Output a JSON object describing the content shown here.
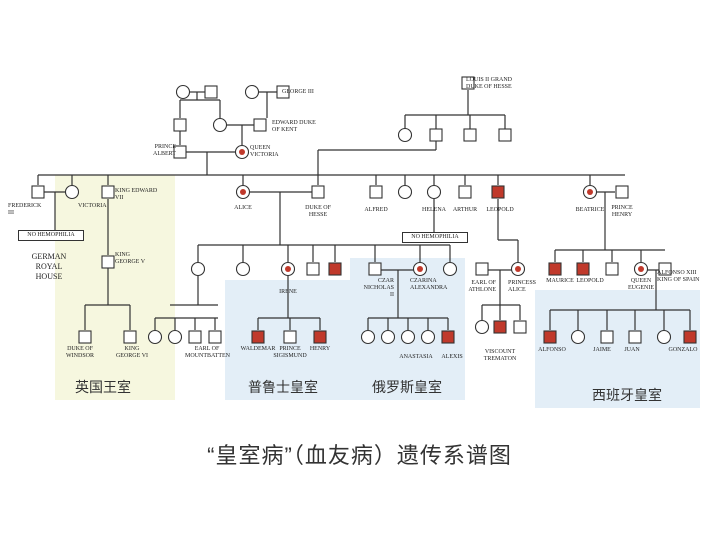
{
  "colors": {
    "line": "#333333",
    "carrier": "#c0392b",
    "affected": "#c0392b",
    "yellow_region": "#f6f7df",
    "blue_region": "#e3eef7"
  },
  "people": {
    "george_iii": "GEORGE III",
    "edward_kent": "EDWARD DUKE OF KENT",
    "prince_albert": "PRINCE ALBERT",
    "queen_victoria": "QUEEN VICTORIA",
    "louis_ii": "LOUIS II GRAND DUKE OF HESSE",
    "frederick": "FREDERICK III",
    "victoria": "VICTORIA",
    "edward_vii": "KING EDWARD VII",
    "george_v": "KING GEORGE V",
    "alice": "ALICE",
    "duke_hesse": "DUKE OF HESSE",
    "alfred": "ALFRED",
    "helena": "HELENA",
    "arthur": "ARTHUR",
    "leopold": "LEOPOLD",
    "beatrice": "BEATRICE",
    "prince_henry": "PRINCE HENRY",
    "irene": "IRENE",
    "czar_nicholas": "CZAR NICHOLAS II",
    "czarina_alexandra": "CZARINA ALEXANDRA",
    "earl_athlone": "EARL OF ATHLONE",
    "princess_alice": "PRINCESS ALICE",
    "maurice": "MAURICE",
    "leopold2": "LEOPOLD",
    "queen_eugenie": "QUEEN EUGENIE",
    "alfonso_xiii": "ALFONSO XIII KING OF SPAIN",
    "duke_windsor": "DUKE OF WINDSOR",
    "george_vi": "KING GEORGE VI",
    "earl_mountbatten": "EARL OF MOUNTBATTEN",
    "waldemar": "WALDEMAR",
    "prince_sigismund": "PRINCE SIGISMUND",
    "henry": "HENRY",
    "anastasia": "ANASTASIA",
    "alexis": "ALEXIS",
    "viscount_trematon": "VISCOUNT TREMATON",
    "alfonso": "ALFONSO",
    "jaime": "JAIME",
    "juan": "JUAN",
    "gonzalo": "GONZALO"
  },
  "notes": {
    "no_hemophilia_1": "NO HEMOPHILIA",
    "no_hemophilia_2": "NO HEMOPHILIA"
  },
  "houses": {
    "german": "GERMAN ROYAL HOUSE",
    "british": "英国王室",
    "prussian": "普鲁士皇室",
    "russian": "俄罗斯皇室",
    "spanish": "西班牙皇室"
  },
  "title": "“皇室病”（血友病）遗传系谱图"
}
